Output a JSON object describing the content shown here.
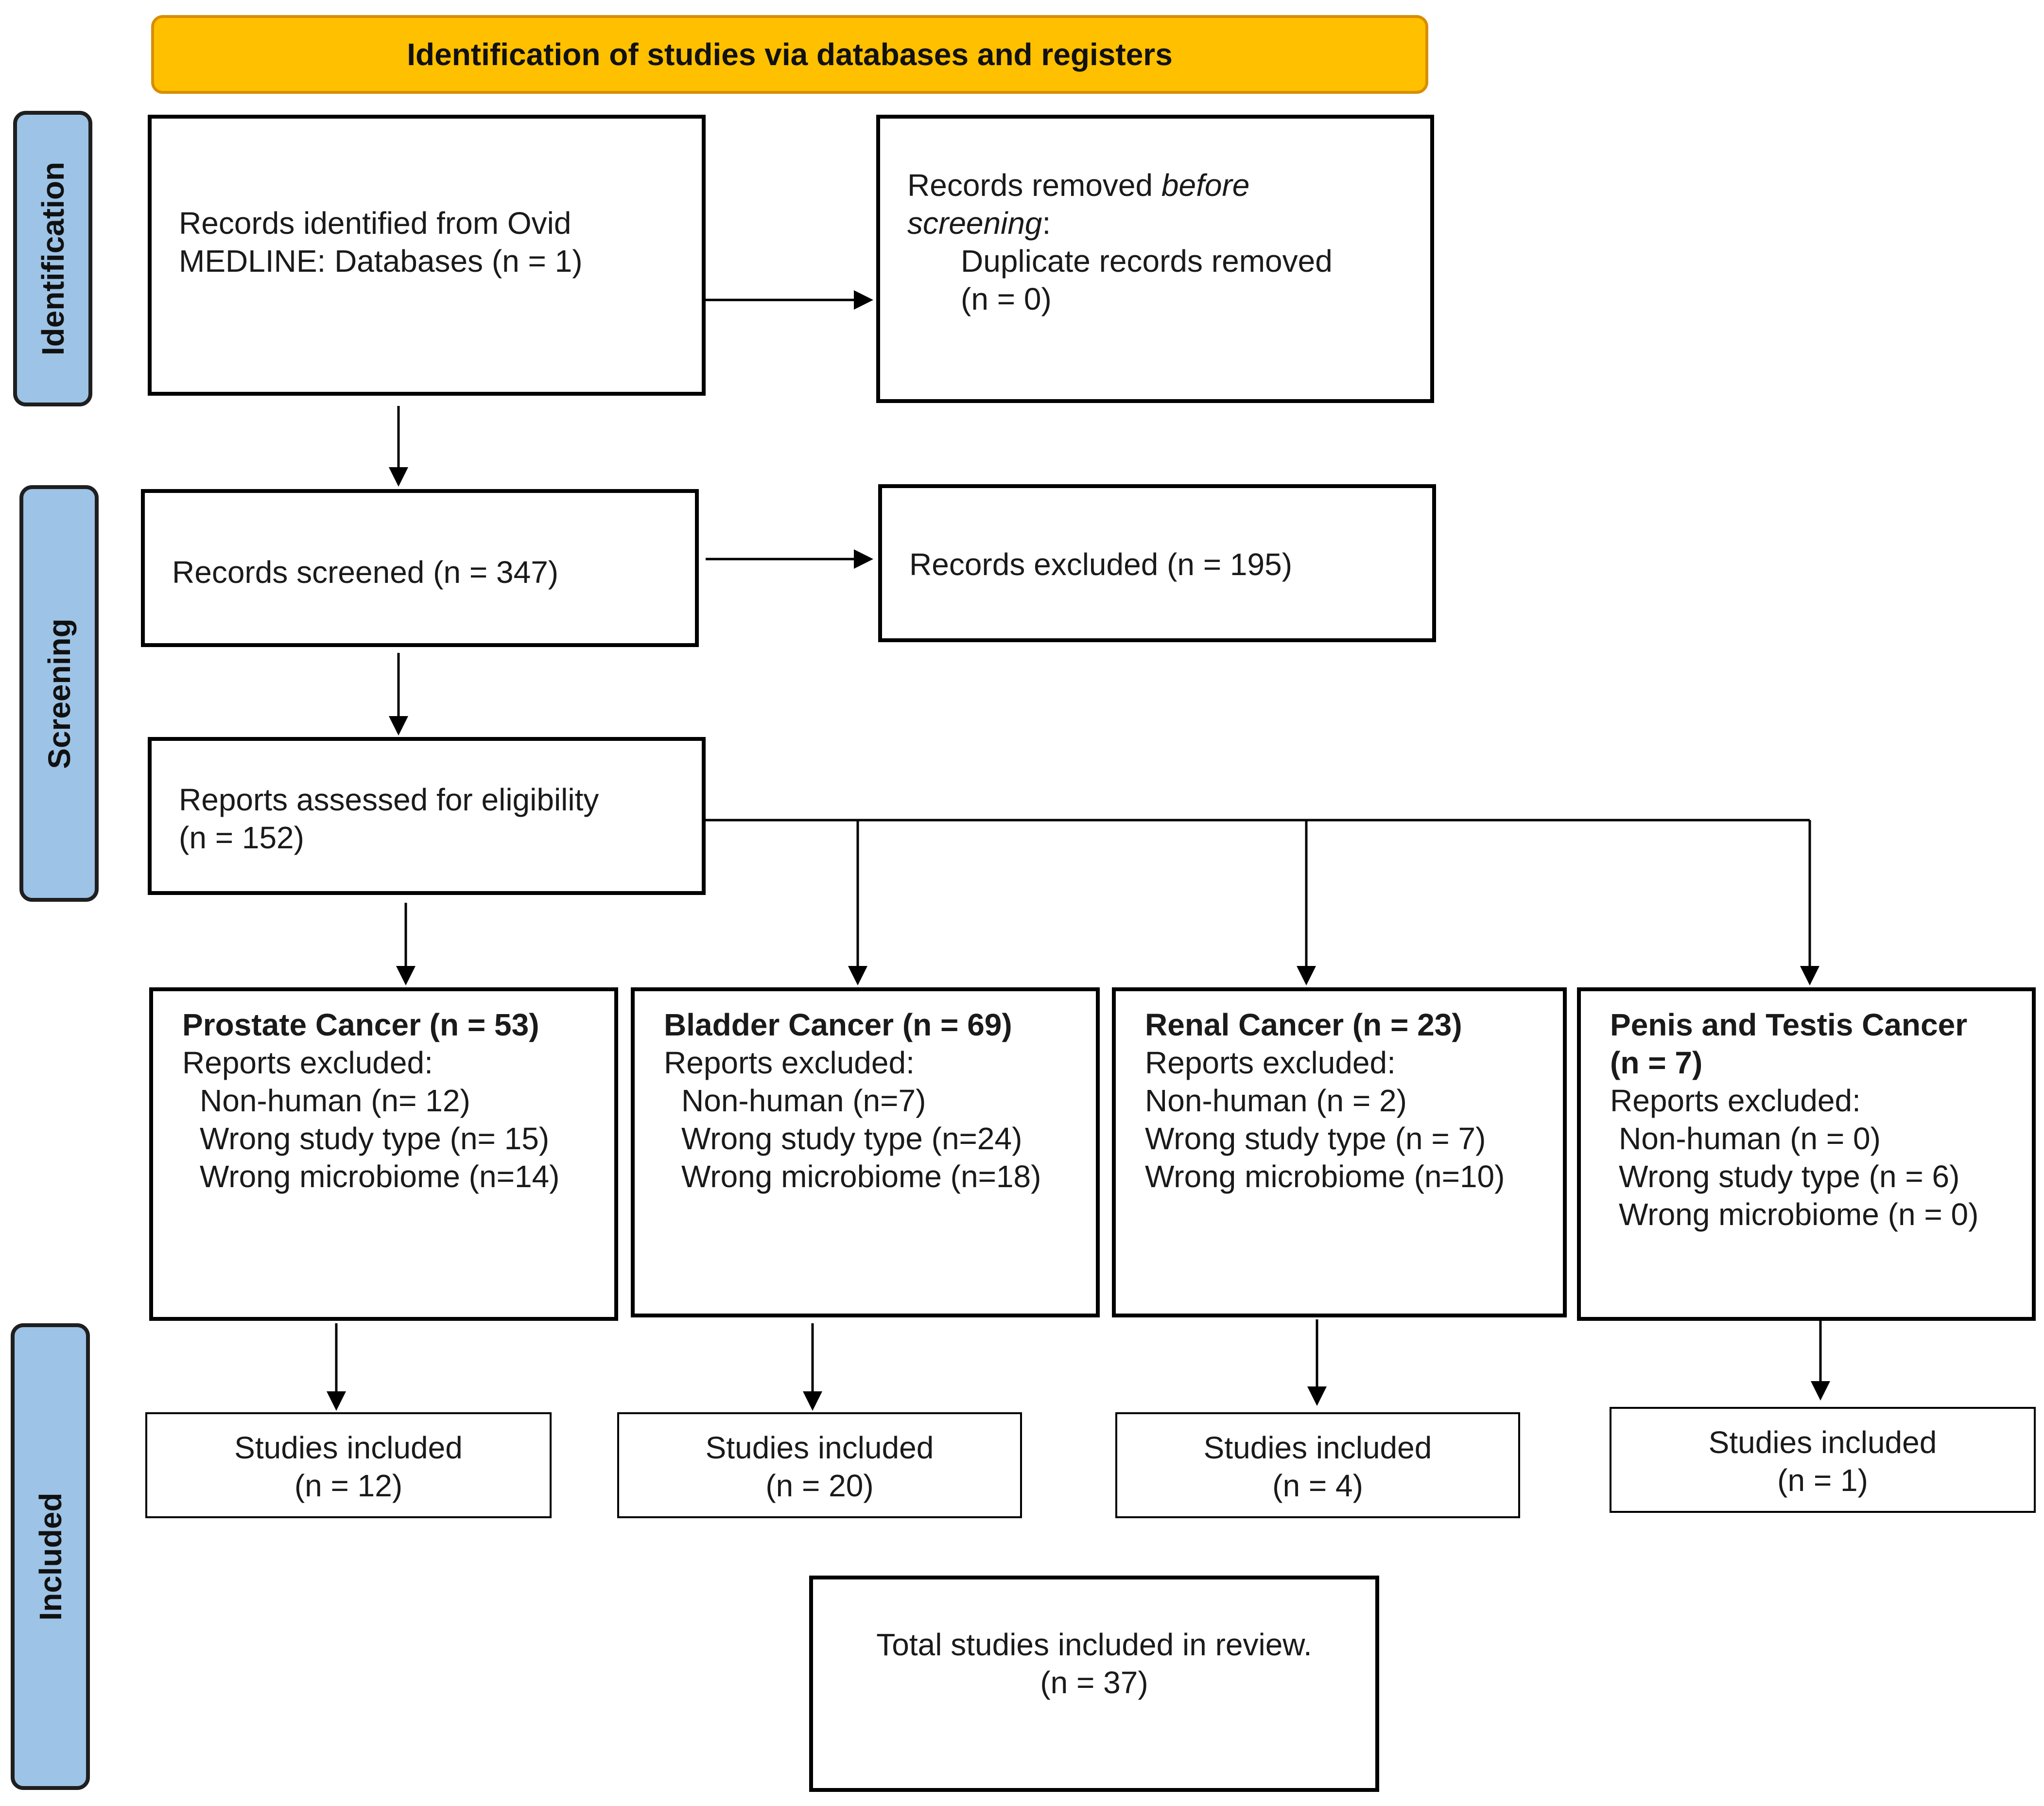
{
  "colors": {
    "banner_fill": "#FFC000",
    "side_label_fill": "#9DC3E6",
    "border": "#000000"
  },
  "banner": "Identification of studies via databases and registers",
  "phases": {
    "identification": "Identification",
    "screening": "Screening",
    "included": "Included"
  },
  "records_identified": {
    "line1": "Records identified from Ovid",
    "line2": "MEDLINE: Databases (n = 1)"
  },
  "records_removed": {
    "line1_a": "Records removed ",
    "line1_b": "before",
    "line2_a": "screening",
    "line2_b": ":",
    "line3": "Duplicate records removed",
    "line4": "(n = 0)"
  },
  "records_screened": "Records screened (n = 347)",
  "records_excluded": "Records excluded (n = 195)",
  "reports_assessed": {
    "line1": "Reports assessed for eligibility",
    "line2": "(n = 152)"
  },
  "categories": [
    {
      "title": "Prostate Cancer (n = 53)",
      "reports_excluded": "Reports excluded:",
      "non_human": "Non-human (n= 12)",
      "wrong_study_type": "Wrong study type (n= 15)",
      "wrong_microbiome": "Wrong microbiome (n=14)",
      "studies_included": "Studies included",
      "studies_n": "(n = 12)"
    },
    {
      "title": "Bladder Cancer (n = 69)",
      "reports_excluded": "Reports excluded:",
      "non_human": "Non-human (n=7)",
      "wrong_study_type": "Wrong study type (n=24)",
      "wrong_microbiome": "Wrong microbiome (n=18)",
      "studies_included": "Studies included",
      "studies_n": "(n = 20)"
    },
    {
      "title": "Renal Cancer (n = 23)",
      "reports_excluded": "Reports excluded:",
      "non_human": "Non-human (n = 2)",
      "wrong_study_type": "Wrong study type (n = 7)",
      "wrong_microbiome": "Wrong microbiome (n=10)",
      "studies_included": "Studies included",
      "studies_n": "(n = 4)"
    },
    {
      "title_line1": "Penis and Testis Cancer",
      "title_line2": "(n = 7)",
      "reports_excluded": "Reports excluded:",
      "non_human": "Non-human (n = 0)",
      "wrong_study_type": "Wrong study type (n = 6)",
      "wrong_microbiome": "Wrong microbiome (n = 0)",
      "studies_included": "Studies included",
      "studies_n": "(n = 1)"
    }
  ],
  "total": {
    "line1": "Total studies included in review.",
    "line2": "(n = 37)"
  }
}
